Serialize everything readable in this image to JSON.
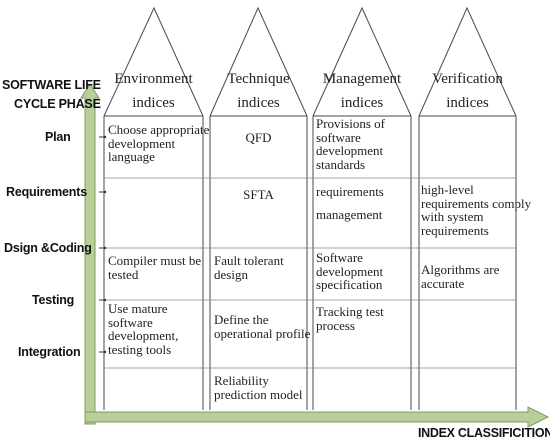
{
  "axes": {
    "y_title_line1": "SOFTWARE LIFE",
    "y_title_line2": "CYCLE PHASE",
    "x_title": "INDEX CLASSIFICITION",
    "arrow_color": "#b9cf9a",
    "arrow_stroke": "#7f9a5c"
  },
  "phases": [
    "Plan",
    "Requirements",
    "Dsign &Coding",
    "Testing",
    "Integration"
  ],
  "columns": [
    {
      "title_line1": "Environment",
      "title_line2": "indices"
    },
    {
      "title_line1": "Technique",
      "title_line2": "indices"
    },
    {
      "title_line1": "Management",
      "title_line2": "indices"
    },
    {
      "title_line1": "Verification",
      "title_line2": "indices"
    }
  ],
  "cells": {
    "env_plan": "Choose appropriate\ndevelopment\nlanguage",
    "env_design": "Compiler must be\ntested",
    "env_testing": "Use mature\nsoftware\ndevelopment,\ntesting tools",
    "tech_plan": "QFD",
    "tech_req": "SFTA",
    "tech_design": "Fault tolerant\ndesign",
    "tech_testing": "Define the\noperational profile",
    "tech_integration": "Reliability\nprediction model",
    "mgmt_plan": "Provisions of\nsoftware\ndevelopment\nstandards",
    "mgmt_req_1": "requirements",
    "mgmt_req_2": "management",
    "mgmt_design": "Software\ndevelopment\nspecification",
    "mgmt_testing": "Tracking test\nprocess",
    "ver_req": "high-level\nrequirements comply\nwith system\nrequirements",
    "ver_design": "Algorithms are\naccurate"
  }
}
